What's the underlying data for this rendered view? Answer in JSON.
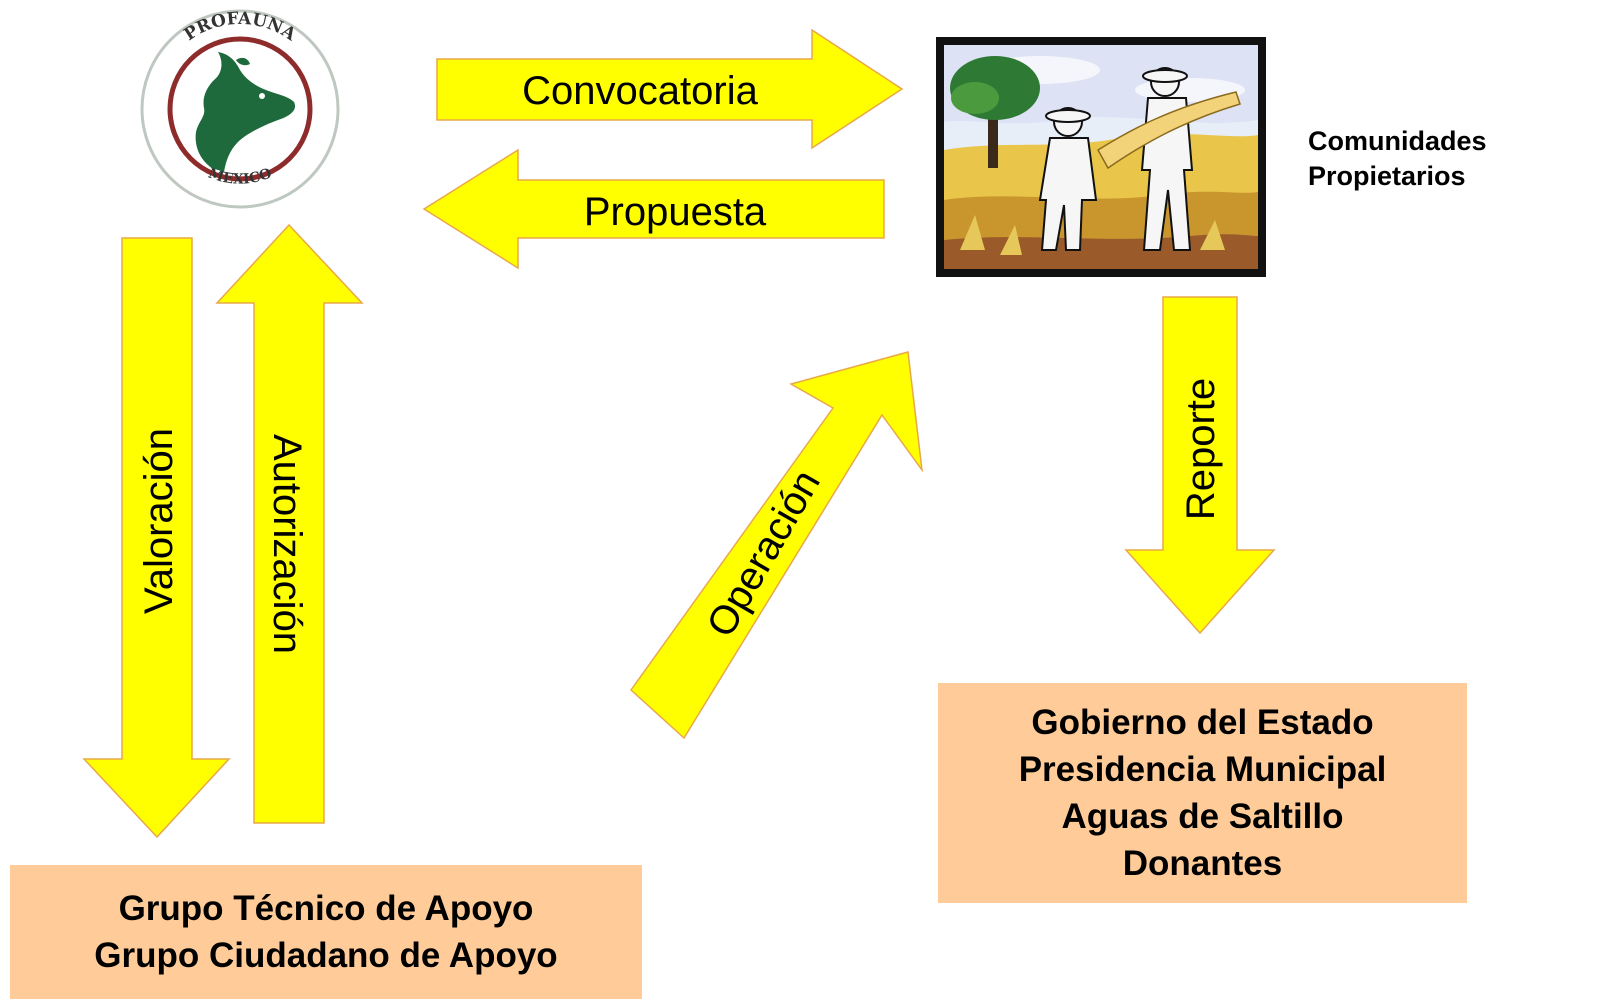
{
  "logo": {
    "top_text": "PROFAUNA",
    "bottom_text": "MEXICO",
    "colors": {
      "ring": "#8E2B2B",
      "animal": "#1E6A3C"
    }
  },
  "arrows": {
    "convocatoria": "Convocatoria",
    "propuesta": "Propuesta",
    "valoracion": "Valoración",
    "autorizacion": "Autorización",
    "operacion": "Operación",
    "reporte": "Reporte"
  },
  "illustration": {
    "icon": "farm-workers-harvest-illustration"
  },
  "stakeholders": {
    "line1": "Comunidades",
    "line2": "Propietarios"
  },
  "box_grupos": {
    "line1": "Grupo Técnico de Apoyo",
    "line2": "Grupo Ciudadano de Apoyo"
  },
  "box_gobierno": {
    "line1": "Gobierno del Estado",
    "line2": "Presidencia Municipal",
    "line3": "Aguas de Saltillo",
    "line4": "Donantes"
  },
  "colors": {
    "arrow_fill": "#FFFF00",
    "arrow_stroke": "#E8A84A",
    "box_fill": "#FFCC99"
  }
}
